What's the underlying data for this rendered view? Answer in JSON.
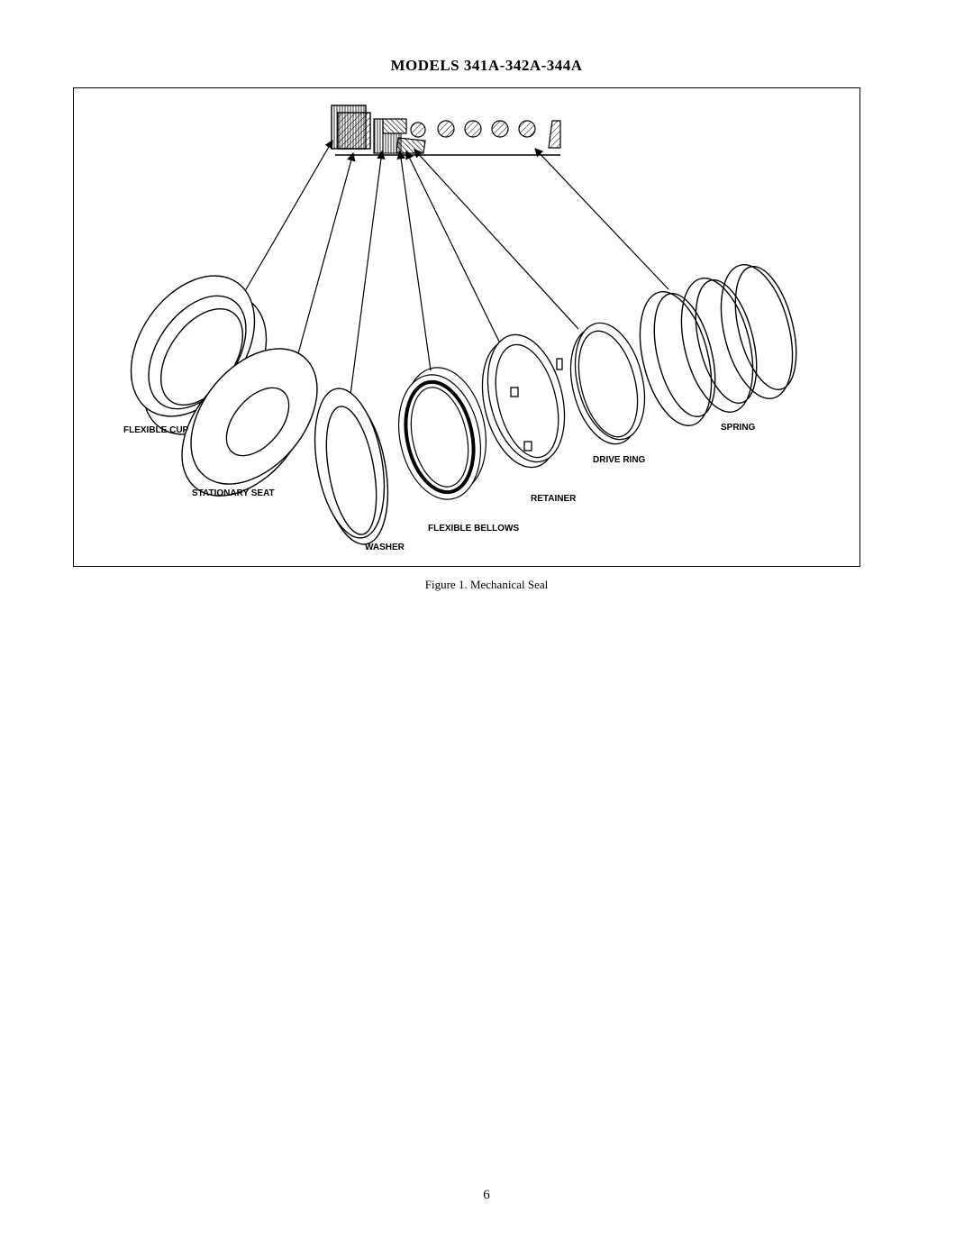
{
  "header": {
    "title": "MODELS 341A-342A-344A"
  },
  "figure": {
    "caption": "Figure 1. Mechanical Seal",
    "labels": {
      "flexible_cup": "FLEXIBLE CUP",
      "stationary_seat": "STATIONARY SEAT",
      "washer": "WASHER",
      "flexible_bellows": "FLEXIBLE BELLOWS",
      "retainer": "RETAINER",
      "drive_ring": "DRIVE RING",
      "spring": "SPRING"
    }
  },
  "footer": {
    "page_number": "6"
  }
}
